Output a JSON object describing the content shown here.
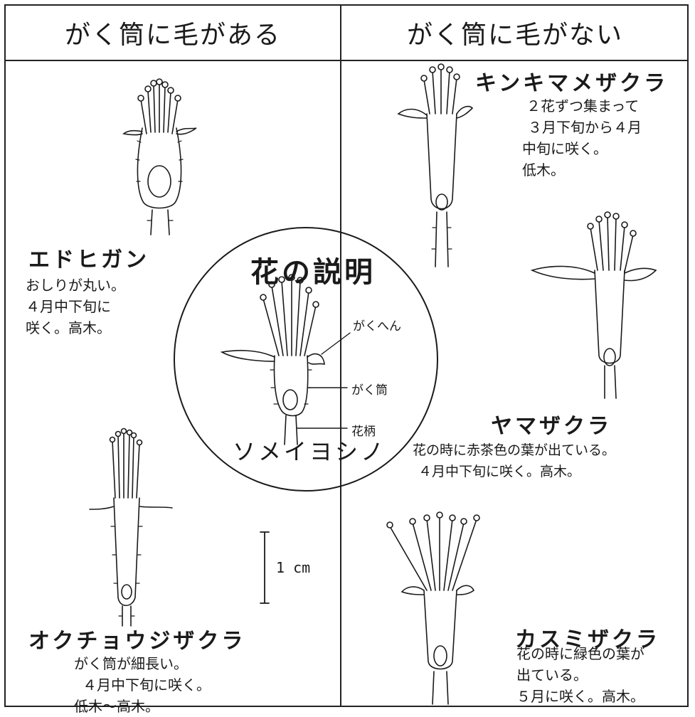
{
  "headers": {
    "left": "がく筒に毛がある",
    "right": "がく筒に毛がない"
  },
  "center": {
    "title": "花の説明",
    "name": "ソメイヨシノ",
    "parts": {
      "sepal": "がくへん",
      "calyx_tube": "がく筒",
      "pedicel": "花柄"
    }
  },
  "scale": "1 cm",
  "species": {
    "edohigan": {
      "name": "エドヒガン",
      "lines": [
        "おしりが丸い。",
        "４月中下旬に",
        "咲く。高木。"
      ]
    },
    "okuchouji": {
      "name": "オクチョウジザクラ",
      "lines": [
        "がく筒が細長い。",
        "４月中下旬に咲く。",
        "低木～高木。"
      ]
    },
    "kinkimame": {
      "name": "キンキマメザクラ",
      "lines": [
        "２花ずつ集まって",
        "３月下旬から４月",
        "中旬に咲く。",
        "低木。"
      ]
    },
    "yamazakura": {
      "name": "ヤマザクラ",
      "lines": [
        "花の時に赤茶色の葉が出ている。",
        "４月中下旬に咲く。高木。"
      ]
    },
    "kasumi": {
      "name": "カスミザクラ",
      "lines": [
        "花の時に緑色の葉が",
        "出ている。",
        "５月に咲く。高木。"
      ]
    }
  }
}
